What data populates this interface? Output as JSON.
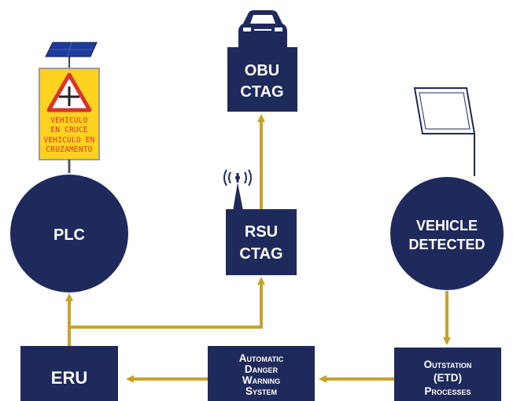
{
  "colors": {
    "node": "#1f2a5c",
    "arrow": "#c9a227",
    "sign_bg": "#ffd21f",
    "sign_text": "#d9342b",
    "background": "#ffffff"
  },
  "nodes": {
    "plc": {
      "lines": [
        "PLC"
      ]
    },
    "obu": {
      "lines": [
        "OBU",
        "CTAG"
      ]
    },
    "rsu": {
      "lines": [
        "RSU",
        "CTAG"
      ]
    },
    "vehicle_detected": {
      "lines": [
        "VEHICLE",
        "DETECTED"
      ]
    },
    "eru": {
      "lines": [
        "ERU"
      ]
    },
    "adws": {
      "lines": [
        "Automatic",
        "Danger",
        "Warning",
        "System"
      ]
    },
    "outstation": {
      "lines": [
        "Outstation",
        "(ETD)",
        "Processes"
      ]
    }
  },
  "sign": {
    "lines": [
      "VEHICULO",
      "EN CRUCE",
      "VEHICULO EN",
      "CRUZAMENTO"
    ]
  },
  "icons": {
    "solar_panel": "solar-panel-icon",
    "warning_sign": "warning-sign-icon",
    "car": "car-icon",
    "antenna": "antenna-tower-icon",
    "detector": "detector-screen-icon"
  }
}
